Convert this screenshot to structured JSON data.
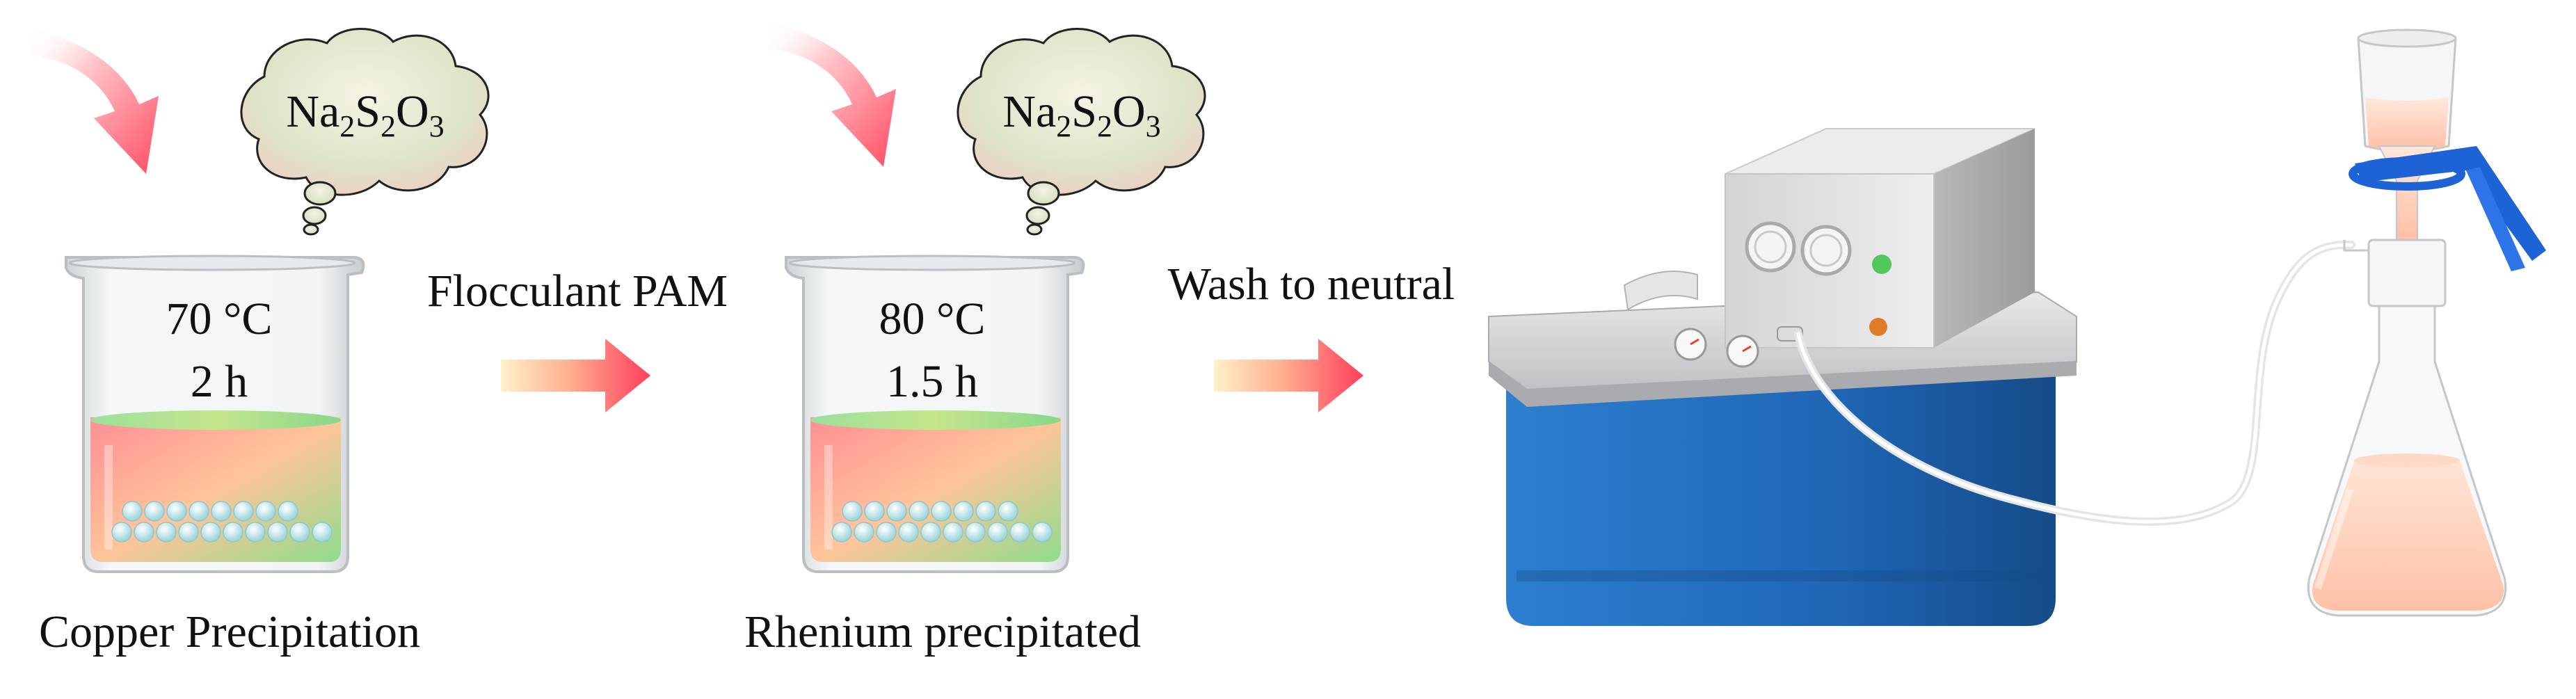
{
  "step1": {
    "reagent": {
      "base1": "Na",
      "sub1": "2",
      "base2": "S",
      "sub2": "2",
      "base3": "O",
      "sub3": "3"
    },
    "temperature": "70 °C",
    "duration": "2 h",
    "caption": "Copper Precipitation"
  },
  "transfer1": {
    "label": "Flocculant PAM"
  },
  "step2": {
    "reagent": {
      "base1": "Na",
      "sub1": "2",
      "base2": "S",
      "sub2": "2",
      "base3": "O",
      "sub3": "3"
    },
    "temperature": "80 °C",
    "duration": "1.5 h",
    "caption": "Rhenium precipitated"
  },
  "transfer2": {
    "label": "Wash to neutral"
  },
  "colors": {
    "arrow": "#ff5a6e",
    "cloud": "#d9e6c8",
    "solution_top": "#9ee39a",
    "solution_bottom": "#ff9a9a",
    "bath_blue": "#1f66b5",
    "bath_grey": "#c9c9c9",
    "filtrate": "#ffd3c0",
    "clamp_blue": "#1e63d6"
  },
  "icons": [
    "curved-arrow-icon",
    "thought-cloud-icon",
    "beaker-icon",
    "right-arrow-icon",
    "water-bath-icon",
    "vacuum-filter-flask-icon"
  ]
}
